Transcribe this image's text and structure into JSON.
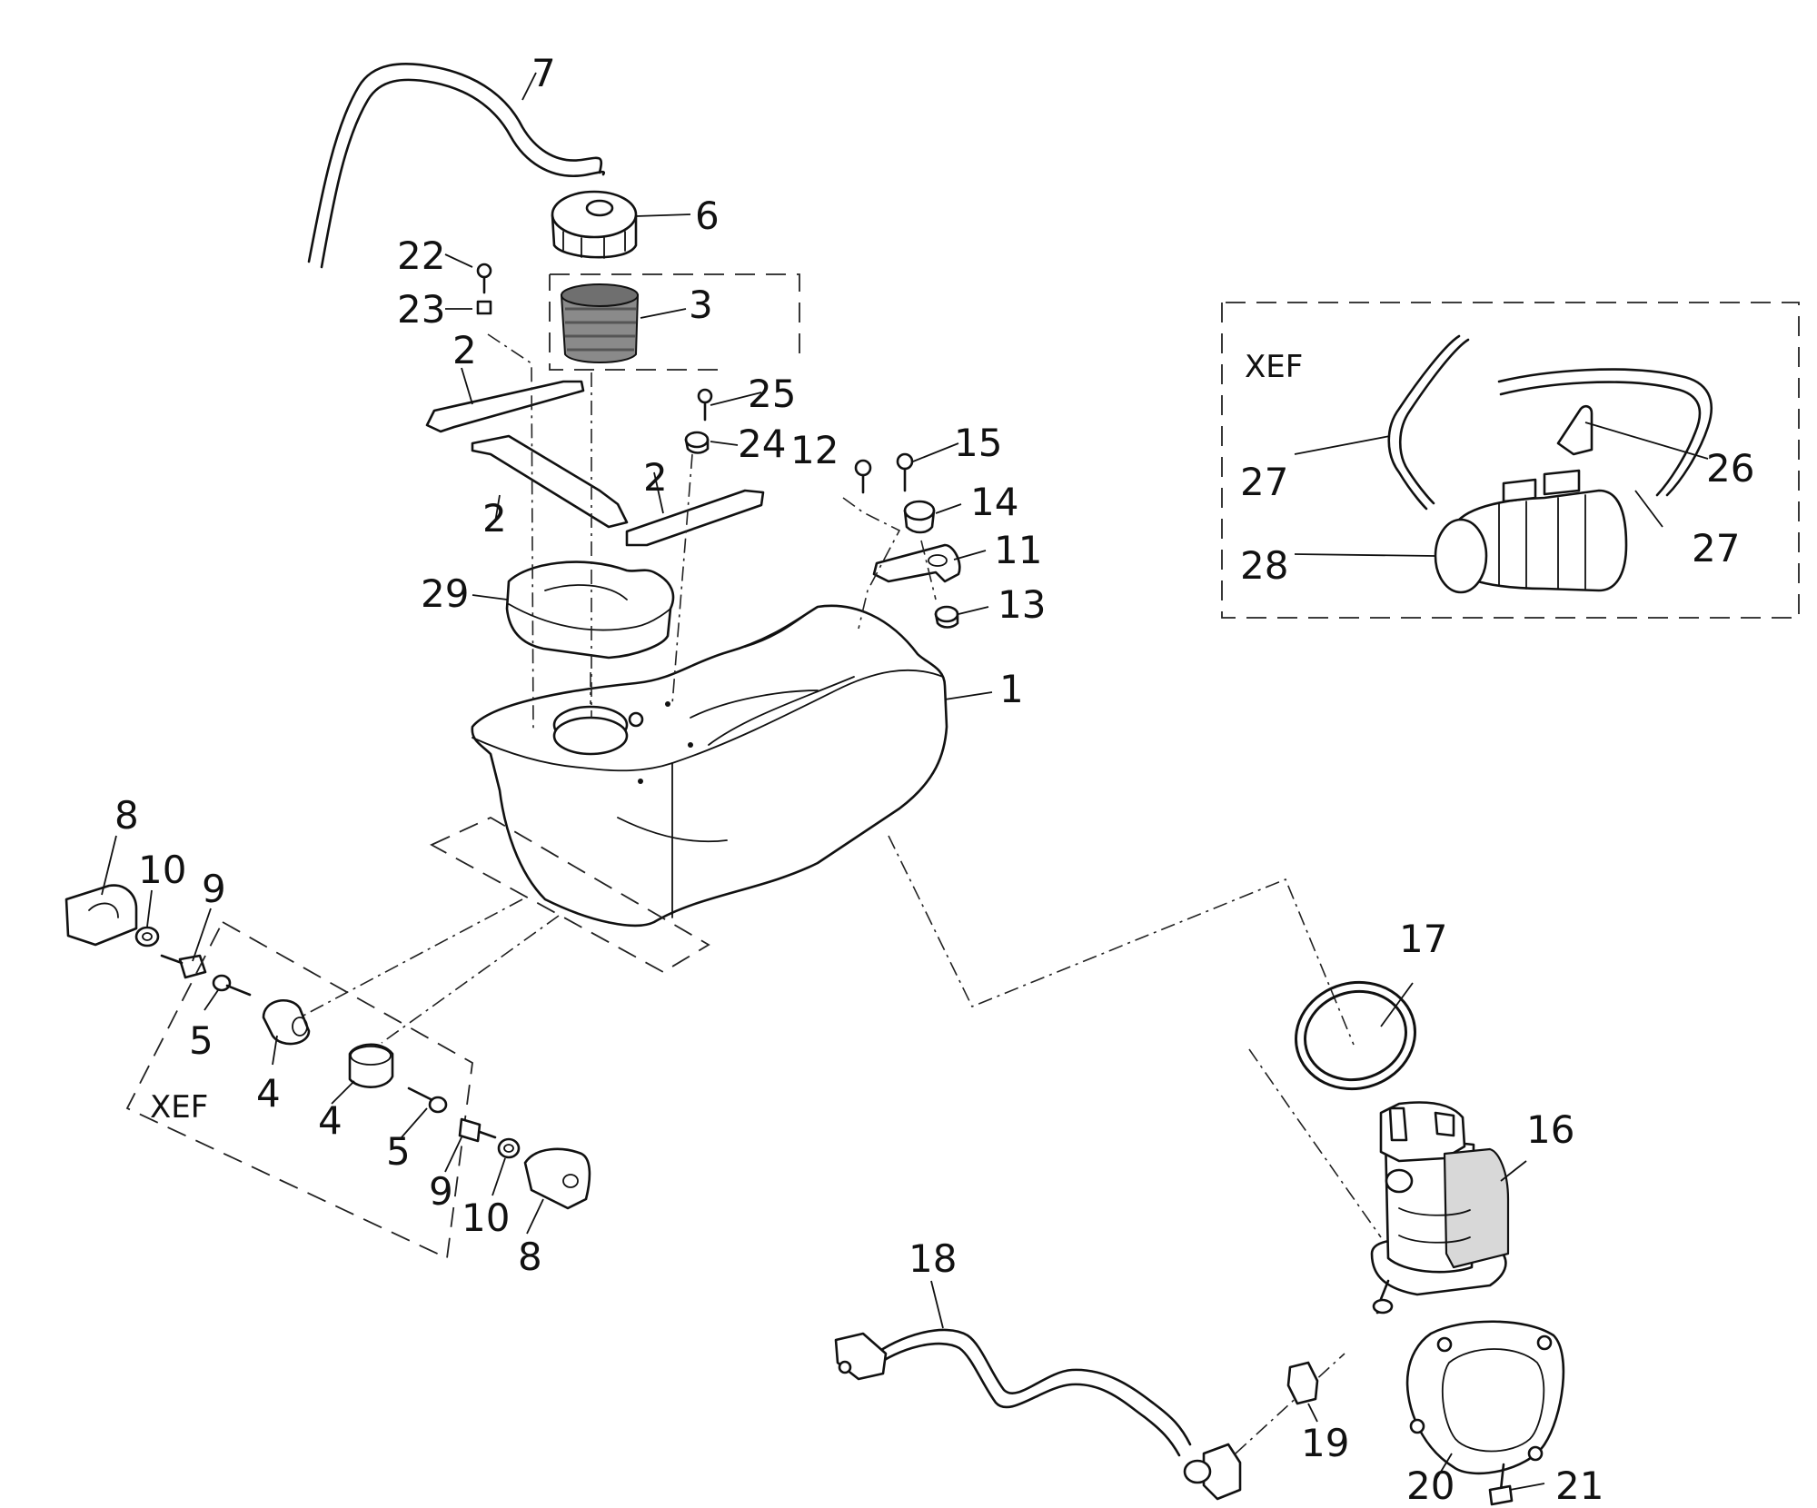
{
  "callouts": [
    {
      "id": "c7",
      "text": "7"
    },
    {
      "id": "c6",
      "text": "6"
    },
    {
      "id": "c22",
      "text": "22"
    },
    {
      "id": "c23",
      "text": "23"
    },
    {
      "id": "c3",
      "text": "3"
    },
    {
      "id": "c2a",
      "text": "2"
    },
    {
      "id": "c25",
      "text": "25"
    },
    {
      "id": "c24",
      "text": "24"
    },
    {
      "id": "c12",
      "text": "12"
    },
    {
      "id": "c15",
      "text": "15"
    },
    {
      "id": "c2b",
      "text": "2"
    },
    {
      "id": "c2c",
      "text": "2"
    },
    {
      "id": "c14",
      "text": "14"
    },
    {
      "id": "c11",
      "text": "11"
    },
    {
      "id": "c29",
      "text": "29"
    },
    {
      "id": "c13",
      "text": "13"
    },
    {
      "id": "c1",
      "text": "1"
    },
    {
      "id": "c27a",
      "text": "27"
    },
    {
      "id": "c26",
      "text": "26"
    },
    {
      "id": "c27b",
      "text": "27"
    },
    {
      "id": "c28",
      "text": "28"
    },
    {
      "id": "c8a",
      "text": "8"
    },
    {
      "id": "c10a",
      "text": "10"
    },
    {
      "id": "c9a",
      "text": "9"
    },
    {
      "id": "c5a",
      "text": "5"
    },
    {
      "id": "c4a",
      "text": "4"
    },
    {
      "id": "c4b",
      "text": "4"
    },
    {
      "id": "c5b",
      "text": "5"
    },
    {
      "id": "c9b",
      "text": "9"
    },
    {
      "id": "c10b",
      "text": "10"
    },
    {
      "id": "c8b",
      "text": "8"
    },
    {
      "id": "c17",
      "text": "17"
    },
    {
      "id": "c16",
      "text": "16"
    },
    {
      "id": "c18",
      "text": "18"
    },
    {
      "id": "c19",
      "text": "19"
    },
    {
      "id": "c20",
      "text": "20"
    },
    {
      "id": "c21",
      "text": "21"
    }
  ],
  "variant_labels": {
    "inset_box": "XEF",
    "mount_box": "XEF"
  }
}
